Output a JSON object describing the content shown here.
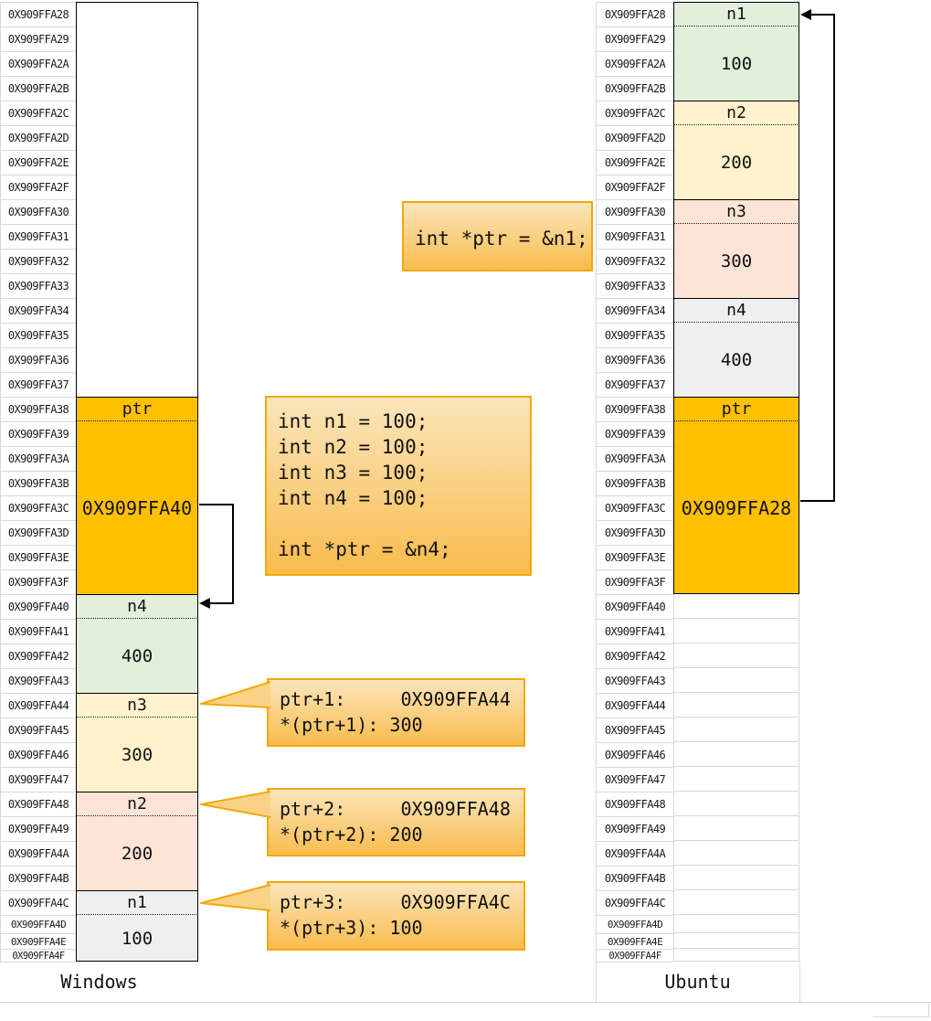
{
  "addresses": [
    "0X909FFA28",
    "0X909FFA29",
    "0X909FFA2A",
    "0X909FFA2B",
    "0X909FFA2C",
    "0X909FFA2D",
    "0X909FFA2E",
    "0X909FFA2F",
    "0X909FFA30",
    "0X909FFA31",
    "0X909FFA32",
    "0X909FFA33",
    "0X909FFA34",
    "0X909FFA35",
    "0X909FFA36",
    "0X909FFA37",
    "0X909FFA38",
    "0X909FFA39",
    "0X909FFA3A",
    "0X909FFA3B",
    "0X909FFA3C",
    "0X909FFA3D",
    "0X909FFA3E",
    "0X909FFA3F",
    "0X909FFA40",
    "0X909FFA41",
    "0X909FFA42",
    "0X909FFA43",
    "0X909FFA44",
    "0X909FFA45",
    "0X909FFA46",
    "0X909FFA47",
    "0X909FFA48",
    "0X909FFA49",
    "0X909FFA4A",
    "0X909FFA4B",
    "0X909FFA4C",
    "0X909FFA4D",
    "0X909FFA4E",
    "0X909FFA4F"
  ],
  "windows": {
    "platform_label": "Windows",
    "ptr_block": {
      "label": "ptr",
      "value": "0X909FFA40"
    },
    "var_blocks": [
      {
        "name": "n4",
        "value": "400"
      },
      {
        "name": "n3",
        "value": "300"
      },
      {
        "name": "n2",
        "value": "200"
      },
      {
        "name": "n1",
        "value": "100"
      }
    ]
  },
  "ubuntu": {
    "platform_label": "Ubuntu",
    "var_blocks": [
      {
        "name": "n1",
        "value": "100"
      },
      {
        "name": "n2",
        "value": "200"
      },
      {
        "name": "n3",
        "value": "300"
      },
      {
        "name": "n4",
        "value": "400"
      }
    ],
    "ptr_block": {
      "label": "ptr",
      "value": "0X909FFA28"
    }
  },
  "code_boxes": {
    "ptr_n1": "int *ptr = &n1;",
    "main_lines": [
      "int n1 = 100;",
      "int n2 = 100;",
      "int n3 = 100;",
      "int n4 = 100;",
      "",
      "int *ptr = &n4;"
    ]
  },
  "callouts": [
    {
      "line1": "ptr+1:     0X909FFA44",
      "line2": "*(ptr+1): 300"
    },
    {
      "line1": "ptr+2:     0X909FFA48",
      "line2": "*(ptr+2): 200"
    },
    {
      "line1": "ptr+3:     0X909FFA4C",
      "line2": "*(ptr+3): 100"
    }
  ],
  "colors": {
    "pointer_orange": "#FFC000",
    "n_first_green": "#E2EFDA",
    "n_second_yellow": "#FFF2CC",
    "n_third_peach": "#FCE4D6",
    "n_fourth_grey": "#EFEFEF",
    "box_border_gold": "#F2A90A",
    "box_gradient_top": "#FBE5BB",
    "box_gradient_bottom": "#F9BC4D",
    "grid_grey": "#D8D8D8",
    "arrow_black": "#000000"
  }
}
